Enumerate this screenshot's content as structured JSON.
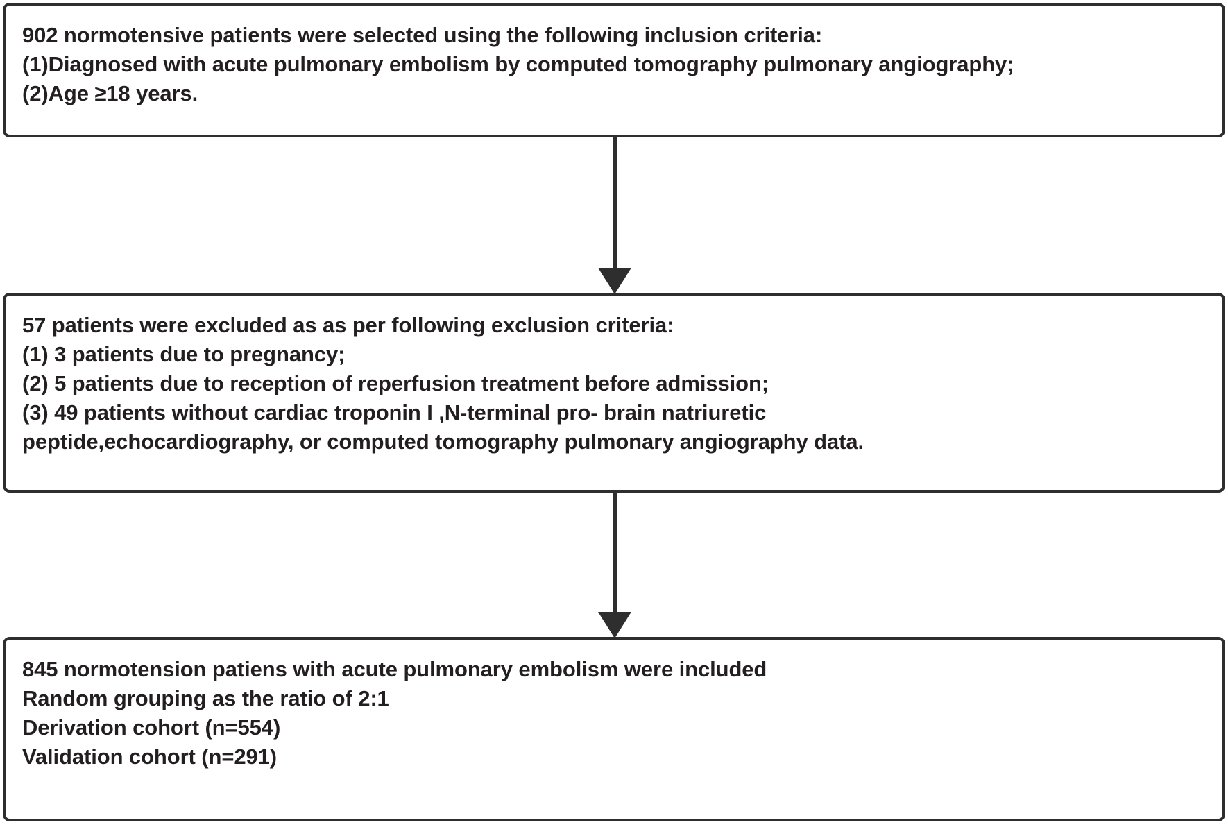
{
  "diagram": {
    "title": "Patient selection flow diagram",
    "orientation": "top-to-bottom",
    "accent_color": "#2e2e2e",
    "text_color": "#231f20",
    "background_color": "#ffffff",
    "nodes": [
      {
        "id": "inclusion",
        "name": "inclusion-criteria-box",
        "lines": [
          "902 normotensive  patients  were selected using the following inclusion criteria:",
          "(1)Diagnosed with acute pulmonary embolism by computed tomography  pulmonary angiography;",
          "(2)Age ≥18 years."
        ]
      },
      {
        "id": "exclusion",
        "name": "exclusion-criteria-box",
        "lines": [
          "57 patients were excluded as as per following exclusion criteria:",
          "(1) 3 patients due to pregnancy;",
          "(2) 5 patients due to reception of reperfusion treatment before admission;",
          "(3) 49 patients without cardiac troponin I ,N-terminal pro- brain natriuretic",
          "peptide,echocardiography, or computed tomography  pulmonary angiography data."
        ]
      },
      {
        "id": "included",
        "name": "included-cohort-box",
        "lines": [
          "845 normotension patiens with acute pulmonary embolism were included",
          "Random grouping as the ratio of 2:1",
          "Derivation cohort (n=554)",
          "Validation cohort  (n=291)"
        ]
      }
    ],
    "connectors": [
      {
        "id": "arrow-1",
        "name": "arrow-inclusion-to-exclusion",
        "from": "inclusion",
        "to": "exclusion",
        "glyph": "down-arrow-icon"
      },
      {
        "id": "arrow-2",
        "name": "arrow-exclusion-to-included",
        "from": "exclusion",
        "to": "included",
        "glyph": "down-arrow-icon"
      }
    ]
  }
}
